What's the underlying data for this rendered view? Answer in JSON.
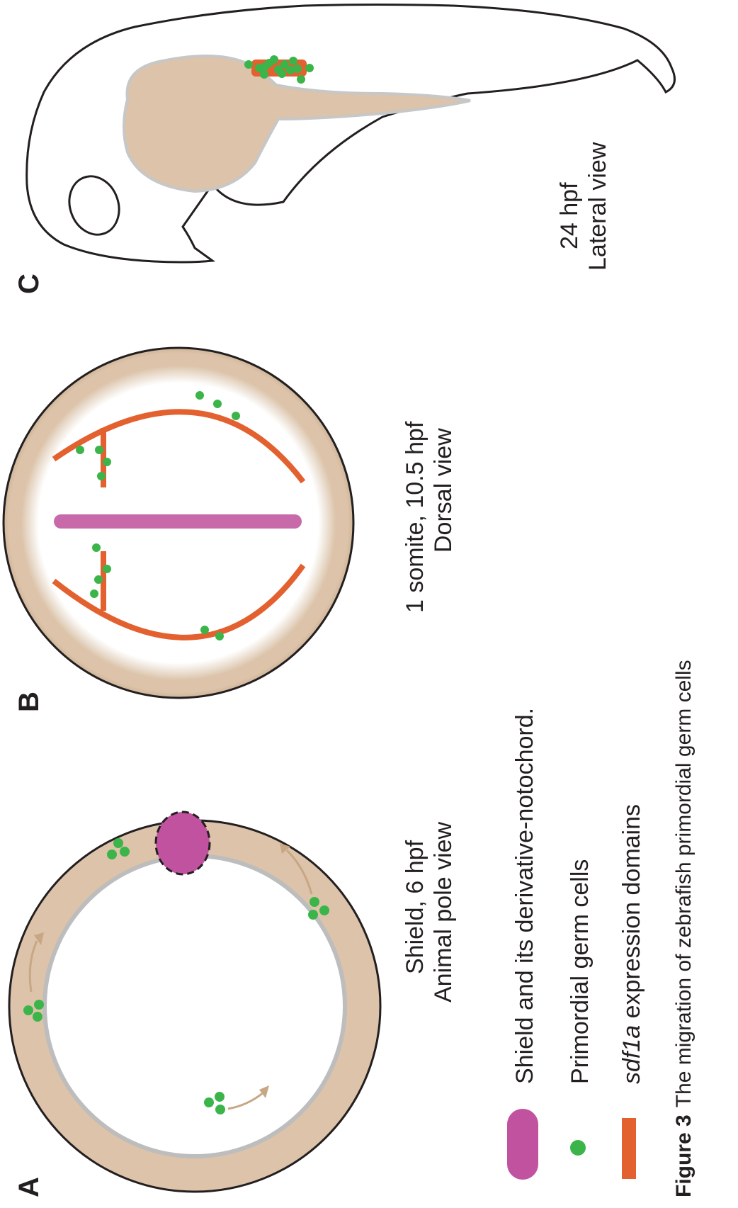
{
  "panels": {
    "a": {
      "label": "A",
      "caption_line1": "Shield, 6 hpf",
      "caption_line2": "Animal pole view"
    },
    "b": {
      "label": "B",
      "caption_line1": "1 somite, 10.5 hpf",
      "caption_line2": "Dorsal view"
    },
    "c": {
      "label": "C",
      "caption_line1": "24 hpf",
      "caption_line2": "Lateral view"
    }
  },
  "legend": {
    "shield": "Shield and its derivative-notochord.",
    "pgc": "Primordial germ cells",
    "sdf1a_italic": "sdf1a",
    "sdf1a_rest": " expression domains"
  },
  "figure_caption": {
    "prefix": "Figure 3",
    "text": "The migration of zebrafish primordial germ cells"
  },
  "colors": {
    "tissue": "#dcc3a9",
    "shield": "#c152a0",
    "notochord": "#c86aaa",
    "pgc": "#3bb54a",
    "sdf1a": "#e3602f",
    "outline": "#231f20"
  }
}
